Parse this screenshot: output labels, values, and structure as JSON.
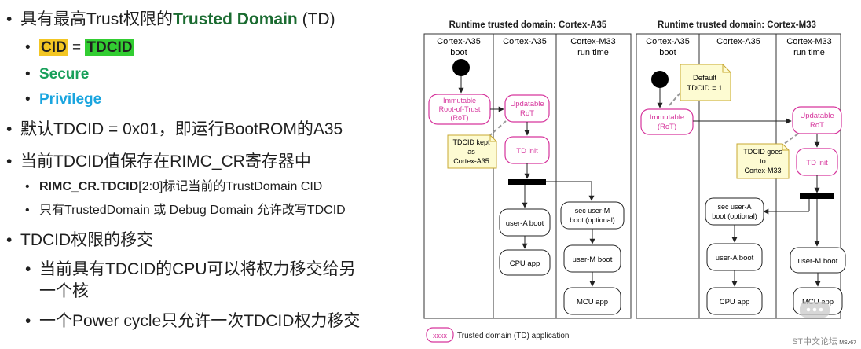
{
  "bullets": {
    "b1": {
      "pre": "具有最高Trust权限的",
      "strong": "Trusted Domain",
      "post": " (TD)"
    },
    "b1_sub1": {
      "cid": "CID",
      "eq": " = ",
      "tdcid": "TDCID"
    },
    "b1_sub2": "Secure",
    "b1_sub3": "Privilege",
    "b2": "默认TDCID = 0x01，即运行BootROM的A35",
    "b3": "当前TDCID值保存在RIMC_CR寄存器中",
    "b3_sub1": {
      "strong": "RIMC_CR.TDCID",
      "rest": "[2:0]标记当前的TrustDomain CID"
    },
    "b3_sub2": "只有TrustedDomain 或 Debug Domain 允许改写TDCID",
    "b4": "TDCID权限的移交",
    "b4_sub1_l1": "当前具有TDCID的CPU可以将权力移交给另",
    "b4_sub1_l2": "一个核",
    "b4_sub2": "一个Power cycle只允许一次TDCID权力移交"
  },
  "diagram1": {
    "title": "Runtime trusted domain: Cortex-A35",
    "col1": [
      "Cortex-A35",
      "boot"
    ],
    "col2": [
      "Cortex-A35"
    ],
    "col3": [
      "Cortex-M33",
      "run time"
    ],
    "immutable": [
      "Immutable",
      "Root-of-Trust",
      "(RoT)"
    ],
    "updatable": [
      "Updatable",
      "RoT"
    ],
    "note": [
      "TDCID kept",
      "as",
      "Cortex-A35"
    ],
    "td_init": "TD init",
    "user_a": "user-A boot",
    "cpu_app": "CPU app",
    "sec_user_m": [
      "sec user-M",
      "boot (optional)"
    ],
    "user_m": "user-M boot",
    "mcu_app": "MCU app"
  },
  "diagram2": {
    "title": "Runtime trusted domain: Cortex-M33",
    "col1": [
      "Cortex-A35",
      "boot"
    ],
    "col2": [
      "Cortex-A35"
    ],
    "col3": [
      "Cortex-M33",
      "run time"
    ],
    "default_note": [
      "Default",
      "TDCID = 1"
    ],
    "immutable": [
      "Immutable",
      "(RoT)"
    ],
    "updatable": [
      "Updatable",
      "RoT"
    ],
    "note": [
      "TDCID goes",
      "to",
      "Cortex-M33"
    ],
    "td_init": "TD init",
    "sec_user_a": [
      "sec user-A",
      "boot (optional)"
    ],
    "user_a": "user-A boot",
    "cpu_app": "CPU app",
    "user_m": "user-M boot",
    "mcu_app": "MCU app"
  },
  "legend": {
    "box": "xxxx",
    "text": "Trusted domain (TD)  application"
  },
  "code": "MSv67",
  "watermark": "ST中文论坛",
  "colors": {
    "td_pink": "#d6359c",
    "note_fill": "#fdfbd2",
    "note_stroke": "#c8a832",
    "dashed": "#9a9a9a"
  }
}
